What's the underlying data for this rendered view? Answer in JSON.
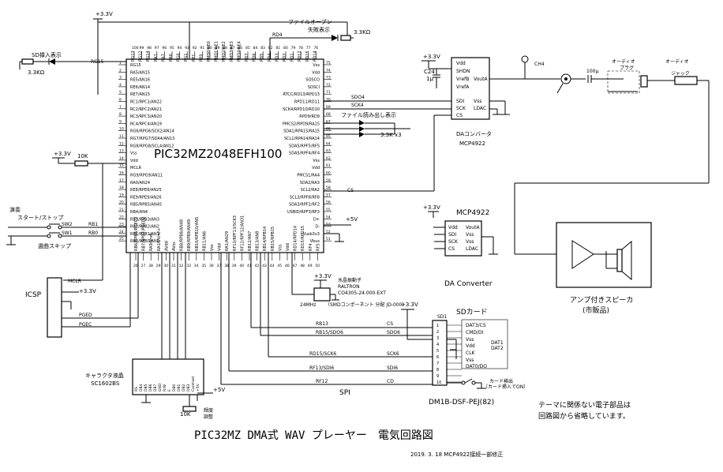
{
  "title": "PIC32MZ DMA式 WAV プレーヤー　電気回路図",
  "revision_note": "2019. 3. 18 MCP4922接続一部修正",
  "footnote_line1": "テーマに関係ない電子部品は",
  "footnote_line2": "回路図から省略しています。",
  "mcu": {
    "name": "PIC32MZ2048EFH100",
    "left_pins": [
      "RG15",
      "RA5/AN15",
      "RE5/AN16",
      "RE6/AN14",
      "RE7/AN15",
      "RC1/RPC1/AN22",
      "RC2/RPC2/AN21",
      "RC3/RPC3/AN20",
      "RC4/RPC4/AN19",
      "RG6/RPG6/SCK2/AN14",
      "RG7/RPG7/SDA4/AN13",
      "RG8/RPG8/SCL4/AN12",
      "Vss",
      "Vdd",
      "MCLR",
      "RG9/RPG9/AN11",
      "RA0/AN24",
      "RE8/RPE8/AN25",
      "RE9/RPE9/AN26",
      "RB5/RPB5/AN45",
      "RB4/AN4",
      "RB3/RPB3/AN3",
      "RB2/RPB2/AN2",
      "RB1/RPB1/AN1",
      "RB0/RPB0/AN0"
    ],
    "right_pins": [
      "Vss",
      "Vdd",
      "SOSCO",
      "SOSCI",
      "RTCC/RD13/RPD13",
      "RPD11/RD11",
      "SCK4/RPD10/RD10",
      "RPD9/RD9",
      "PMCS2/RPD9/RA15",
      "SDA1/RPA15/RA15",
      "SCL1/RPA14/RA14",
      "SDA5/RPF5/RF5",
      "SDA5/RPF4/RF4",
      "Vss",
      "Vdd",
      "PMCS1/RA4",
      "SDA2/RA3",
      "SCL2/RA2",
      "SCL3/RPF8/RF8",
      "SDA3/RPF2/RF2",
      "USBID/RPF3/RF3",
      "D+",
      "D-",
      "Vusb3v3",
      "Vbus"
    ],
    "top_pins": [
      "RG13",
      "RG12",
      "RG14",
      "RA1",
      "RA7",
      "RA6",
      "RG0",
      "RG1",
      "RF1",
      "RF0",
      "PMD0/RE0",
      "PMD1/RE1",
      "PMD2/RE2",
      "PMD3/RE3",
      "PMD4/RE4",
      "RD7",
      "RD6",
      "RD5",
      "RD4",
      "RD3",
      "RD2",
      "RD1",
      "RD12",
      "RD15",
      "RD14"
    ],
    "bottom_pins": [
      "RB6/RPB6/PGEC2",
      "RB7/RPB7/PGED2",
      "RA9/Vref-",
      "RA10/Vref+",
      "AVdd",
      "AVss",
      "RB8/RPB8/AN48",
      "RB9/RPB9/AN49",
      "RB10/RPB10/AN5",
      "RB11/AN6",
      "Vss",
      "Vdd",
      "RA1/AN29",
      "RF13/RPF13/SCK3",
      "RF12/RPF12/AN31",
      "RB12/AN7",
      "RB13/AN8",
      "RB14/RPB14",
      "RB15/RPB15",
      "Vss",
      "Vdd",
      "RD14/RPD14",
      "RD15/RPD15",
      "RF4",
      "RF5"
    ]
  },
  "labels": {
    "pwr_33_top": "+3.3V",
    "file_open_fail": "ファイルオープン",
    "fail_show": "失敗表示",
    "r_33k_top": "3.3KΩ",
    "rd4": "RD4",
    "sd_insert": "SD挿入表示",
    "r_33k_left": "3.3KΩ",
    "rg15": "RG15",
    "pwr_33_mcu_left": "+3.3V",
    "r_10k": "10K",
    "play_label": "演奏",
    "start_stop": "スタート/ストップ",
    "skip_label": "選曲スキップ",
    "sw2": "SW2",
    "sw1": "SW1",
    "rb1": "RB1",
    "rb0": "RB0",
    "file_read_show": "ファイル読み出し表示",
    "r_33k_x3": "3.3K x3",
    "sdo4": "SDO4",
    "sck4": "SCK4",
    "cs_sig": "CS",
    "pwr_5v_right": "+5V",
    "c24": "C24",
    "c24_val": "1μ",
    "pwr_33_dac": "+3.3V",
    "dac_caption": "DAコンバータ",
    "dac_part": "MCP4922",
    "ch4": "CH4",
    "cap_100u": "100μ",
    "audio_plug": "オーディオ",
    "plug_word": "プラグ",
    "audio_jack": "オーディオ",
    "jack_word": "ジャック",
    "mcp_title": "MCP4922",
    "pwr_33_mcp": "+3.3V",
    "da_converter": "DA Converter",
    "amp_speaker": "アンプ付きスピーカ",
    "commercial": "(市販品)",
    "icsp": "ICSP",
    "mclr": "MCLR",
    "pwr_33_icsp": "+3.3V",
    "pged": "PGED",
    "pgec": "PGEC",
    "pwr_33_osc": "+3.3V",
    "osc_name": "水晶振動子",
    "osc_part": "RALTRON",
    "osc_part2": "CO4305-24.000-EXT",
    "osc_freq": "24MHz",
    "osc_note": "（SMDコンポーネント  分配 JD-000）",
    "sd_card": "SDカード",
    "pwr_33_sd": "+3.3V",
    "sd_socket": "SD1",
    "rb13": "RB13",
    "rb15_sdo6": "RB15/SDO6",
    "rd15_sck6": "RD15/SCK6",
    "rf13_sdi6": "RF13/SDI6",
    "rf12": "RF12",
    "sig_cs": "CS",
    "sig_sdo6": "SDO6",
    "sig_sck6": "SCK6",
    "sig_sdi6": "SDI6",
    "sig_cd": "CD",
    "card_detect": "カード検出",
    "card_detect2": "（カード挿入でON）",
    "spi": "SPI",
    "sd_part": "DM1B-DSF-PEJ(82)",
    "lcd_caption": "キャラクタ液晶",
    "lcd_part": "SC1602BS",
    "pwr_5v_lcd": "+5V",
    "r_10k_lcd": "10K",
    "contrast": "輝度",
    "contrast2": "調整",
    "pwr_5v_mcu": "+5V"
  }
}
